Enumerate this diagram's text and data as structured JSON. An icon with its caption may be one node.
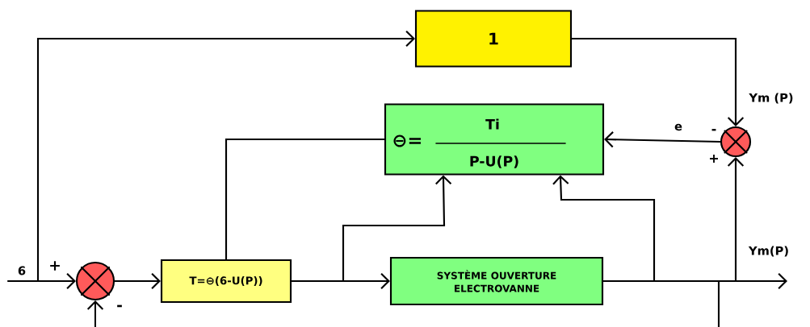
{
  "diagram": {
    "nodes": [
      {
        "text": [],
        "shape": "circle"
      },
      {
        "text": [
          "1"
        ]
      },
      {
        "text": [
          "⊖=",
          "Ti",
          "P-U(P)"
        ]
      },
      {
        "text": [],
        "shape": "circle"
      },
      {
        "text": [
          "T=⊖(6-U(P))"
        ]
      },
      {
        "text": [
          "SYSTÈME OUVERTURE ELECTROVANNE"
        ]
      }
    ],
    "edges": [
      {
        "from": null,
        "to": 0,
        "arrow": "to",
        "label": "6"
      },
      {
        "from": null,
        "to": 1,
        "arrow": "to"
      },
      {
        "from": 0,
        "to": 4,
        "arrow": "to"
      },
      {
        "from": null,
        "to": 0,
        "arrow": "to"
      },
      {
        "from": 4,
        "to": 2,
        "arrow": "none"
      },
      {
        "from": 4,
        "to": 5,
        "arrow": "to"
      },
      {
        "from": 4,
        "to": 2,
        "arrow": "to"
      },
      {
        "from": 5,
        "to": null,
        "arrow": "to",
        "label": "Ym(P)"
      },
      {
        "from": 5,
        "to": 2,
        "arrow": "to"
      },
      {
        "from": 5,
        "to": 3,
        "arrow": "to"
      },
      {
        "from": 5,
        "to": null,
        "arrow": "none"
      },
      {
        "from": 1,
        "to": 3,
        "arrow": "to"
      },
      {
        "from": 3,
        "to": 2,
        "arrow": "to",
        "label": "e"
      }
    ],
    "labels": [
      "Ym (P)",
      "-",
      "+",
      "+",
      "-"
    ]
  }
}
